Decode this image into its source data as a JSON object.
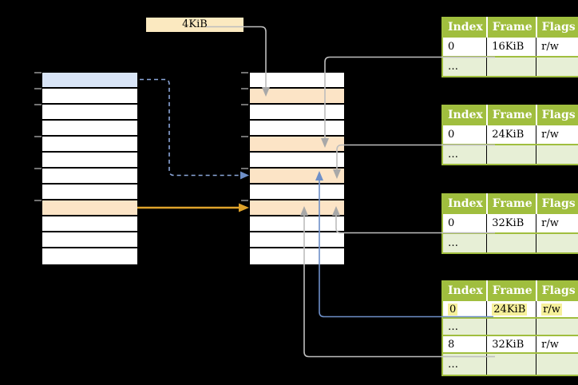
{
  "colors": {
    "background": "#000000",
    "table_header_green": "#A0BE3E",
    "table_row_light_green": "#E7EFD6",
    "page_highlight_orange": "#FCE4C6",
    "page_highlight_blue": "#D9E5F7",
    "label_box_fill": "#FBE9C0",
    "text_highlight_yellow": "#F6F09A",
    "line_gray": "#BDBDBD",
    "arrowhead_gray": "#A8A8A8",
    "line_blue": "#6E8FC8",
    "line_blue_dashed": "#8BA6D9",
    "line_orange": "#DFA32B",
    "tick_gray": "#8F8F8F"
  },
  "label_box": {
    "text": "4KiB"
  },
  "virtual_memory": {
    "row_count": 12,
    "blue_rows": [
      0
    ],
    "orange_rows": [
      8
    ]
  },
  "physical_memory": {
    "row_count": 12,
    "orange_rows": [
      1,
      4,
      6,
      8
    ]
  },
  "page_tables": [
    {
      "headers": [
        "Index",
        "Frame",
        "Flags"
      ],
      "rows": [
        {
          "cells": [
            "0",
            "16KiB",
            "r/w"
          ]
        },
        {
          "cells": [
            "…",
            "",
            ""
          ],
          "dots": true
        }
      ]
    },
    {
      "headers": [
        "Index",
        "Frame",
        "Flags"
      ],
      "rows": [
        {
          "cells": [
            "0",
            "24KiB",
            "r/w"
          ]
        },
        {
          "cells": [
            "…",
            "",
            ""
          ],
          "dots": true
        }
      ]
    },
    {
      "headers": [
        "Index",
        "Frame",
        "Flags"
      ],
      "rows": [
        {
          "cells": [
            "0",
            "32KiB",
            "r/w"
          ]
        },
        {
          "cells": [
            "…",
            "",
            ""
          ],
          "dots": true
        }
      ]
    },
    {
      "headers": [
        "Index",
        "Frame",
        "Flags"
      ],
      "rows": [
        {
          "cells": [
            "0",
            "24KiB",
            "r/w"
          ],
          "highlighted": true
        },
        {
          "cells": [
            "…",
            "",
            ""
          ],
          "dots": true
        },
        {
          "cells": [
            "8",
            "32KiB",
            "r/w"
          ]
        },
        {
          "cells": [
            "…",
            "",
            ""
          ],
          "dots": true
        }
      ]
    }
  ],
  "arrows": [
    {
      "id": "label-4kib-to-frame-4kib",
      "color": "gray",
      "from": "4KiB size label",
      "to": "physical frame at 4KiB"
    },
    {
      "id": "table1-entry0-to-frame-16kib",
      "color": "gray",
      "from": "page table 1 entry 0 (16KiB)",
      "to": "physical frame at 16KiB"
    },
    {
      "id": "table2-entry0-to-frame-24kib",
      "color": "gray",
      "from": "page table 2 entry 0 (24KiB)",
      "to": "physical frame at 24KiB"
    },
    {
      "id": "table3-entry0-to-frame-32kib",
      "color": "gray",
      "from": "page table 3 entry 0 (32KiB)",
      "to": "physical frame at 32KiB"
    },
    {
      "id": "table4-entry0-to-frame-24kib",
      "color": "blue",
      "from": "page table 4 entry 0 (24KiB, highlighted)",
      "to": "physical frame at 24KiB"
    },
    {
      "id": "table4-entry8-to-frame-32kib",
      "color": "gray",
      "from": "page table 4 entry 8 (32KiB)",
      "to": "physical frame at 32KiB"
    },
    {
      "id": "virtual-blue-page-to-frame-24kib",
      "color": "blue-dashed",
      "from": "virtual page (blue)",
      "to": "physical frame at 24KiB"
    },
    {
      "id": "virtual-orange-page-to-frame-32kib",
      "color": "orange",
      "from": "virtual page (orange)",
      "to": "physical frame at 32KiB"
    }
  ]
}
